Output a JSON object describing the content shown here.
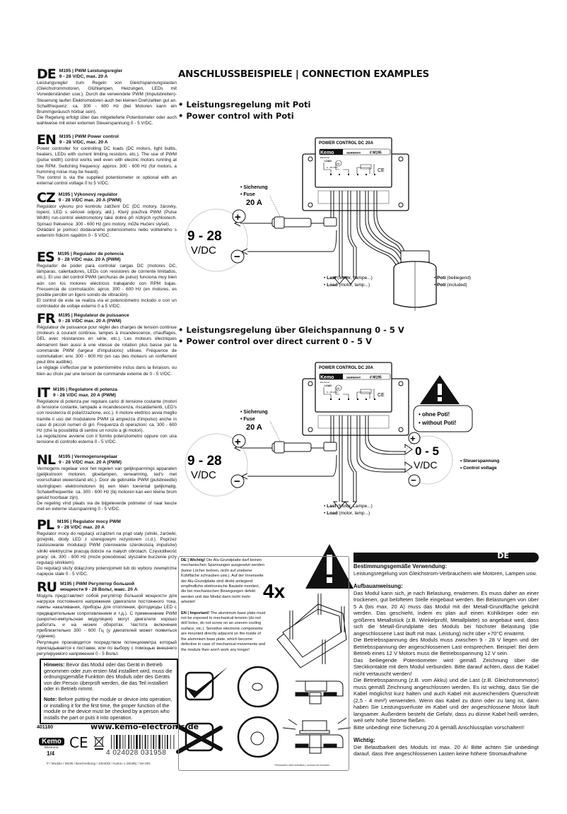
{
  "languages": [
    {
      "code": "DE",
      "title1": "M195 | PWM Leistungsregler",
      "title2": "9 - 28 V/DC, max. 20 A",
      "body": "Leistungsregler zum Regeln von Gleichspannungslasten (Gleichstrommotoren, Glühlampen, Heizungen, LEDs mit Vorwiderständen usw.). Durch die verwendete PWM (Impulsbreiten)-Steuerung laufen Elektromotoren auch bei kleinen Drehzahlen gut an. Schaltfrequenz: ca. 300 - 600 Hz (bei Motoren kann ein Brummgeräusch hörbar sein).",
      "body2": "Die Regelung erfolgt über das mitgelieferte Potentiometer oder auch wahlweise mit einer externen Steuerspannung 0 - 5 V/DC."
    },
    {
      "code": "EN",
      "title1": "M195 | PWM Power control",
      "title2": "9 - 28 V/DC, max. 20 A",
      "body": "Power controller for controlling DC loads (DC motors, light bulbs, heaters, LEDs with current limiting resistors, etc.). The use of PWM (pulse width) control works well even with electric motors running at low RPM. Switching frequency: approx. 300 - 600 Hz (for motors, a humming noise may be heard).",
      "body2": "The control is via the supplied potentiometer or optional with an external control voltage 0 to 5 V/DC."
    },
    {
      "code": "CZ",
      "title1": "M195 | Výkonový regulátor",
      "title2": "9 - 28 V/DC max. 20 A (PWM)",
      "body": "Regulátor výkonu pro kontrolu zatížení DC (DC motory, žárovky, topení, LED s sériové odpory, atd.). Který používá PWM (Pulse Width) run-control elektromotory také dobré při nízkých rychlostech. Spínací frekvence: 300 - 600 Hz (pro motory, může Hučení slyšet).",
      "body2": "Ovládání je pomocí dodávaného potenciometru nebo volitelného s externím řídicím napětím 0 - 5 V/DC."
    },
    {
      "code": "ES",
      "title1": "M195 | Regulador de potencia",
      "title2": "9 - 28 V/DC máx. 20 A (PWM)",
      "body": "Regulador de poder para controlar cargas DC (motores DC, lámparas, calentadores, LEDs con resistores de corriente limitados, etc.). El uso del control PWM (anchuras de pulso) funciona muy bien aún con los motores eléctricos trabajando con RPM bajas. Frecuencia de conmutación: aprox. 300 - 600 Hz (en motores, es posible percibir un ligero sonido de vibración).",
      "body2": "El control de este se realiza vía el potenciómetro incluido o con un controlador de voltaje externo 0 a 5 V/DC."
    },
    {
      "code": "FR",
      "title1": "M195 | Régulateur de puissance",
      "title2": "9 - 28 V/DC max. 20 A (PWM)",
      "body": "Régulateur de puissance pour régler des charges de tension continue (moteurs à courant continue, lampes à incandescence, chauffages, DEL avec résistances en série, etc.). Les moteurs électriques démarrent bien aussi à une vitesse de rotation plus basse par la commande PWM (largeur d'impulsions) utilisée. Fréquence de commutation: env. 300 - 600 Hz (en cas des moteurs un ronflement peut être audible).",
      "body2": "Le réglage s'effectue par le potentiomètre inclus dans la livraison, ou bien au choix par une tension de commande externe de 0 - 5 V/DC."
    },
    {
      "code": "IT",
      "title1": "M195 | Regolatore di potenza",
      "title2": "9 - 28 V/DC max. 20 A (PWM)",
      "body": "Regolatore di potenza per regolare carici di tensione costante (motori di tensione costante, lampade a incandescenza, riscaldamenti, LED's con resistenza di polarizzazione, ecc.). Il motore elettrico avvia meglio tramite il uso del modulatore PWM (á ampiezza d'impulso) anche in caso di piccoli numeri di giri. Frequenza di operazioni: ca. 300 - 600 Hz (ché la possibilità di sentire un ronzio a gli motori).",
      "body2": "La regolazione avviene con il fornito potenziometro oppure con una tensione di controllo esterna 0 - 5 V/DC."
    },
    {
      "code": "NL",
      "title1": "M195 | Vermogensregelaar",
      "title2": "9 - 28 V/DC max. 20 A (PWM)",
      "body": "Vermogens regelaar voor het regelen van gelijkspannings apparaten (gelijkstroom motoren, gloeilampen, verwarming, led's met voorschakel weeerstand etc.). Door de gebruikte PWM (pulsbreedte) sturinglopen elektromotoren bij een klein toerental gelijkmatig. Schakelfrequentie: ca. 300 - 600 Hz (bij motoren kan een kleine brom geluid hoorbaar zijn).",
      "body2": "De regeling vind plaats via de bijgeleverde potmeter of naar keuze met en externe stuurspanning 0 - 5 V/DC."
    },
    {
      "code": "PL",
      "title1": "M195 | Regulator mocy PWM",
      "title2": "9 - 28 V/DC max. 20 A",
      "body": "Regulator mocy do regulacji urządzeń na prąd stały (silniki, żarówki, grzejniki, diody LED z szeregowym rezystorem i.t.d.). Poprzez zastosowanie modulacji PWM (sterowanie szerokością impulsów) silniki elektryczne pracują dobrze na małych obrotach. Częstotliwość pracy: ok. 300 - 600 Hz (może powodować słyszalne buczenie przy regulacji silnikiem).",
      "body2": "Do regulacji służy dołączony potencjometr lub do wyboru zewnętrzne napięcie stałe 0 - 5 V/DC."
    },
    {
      "code": "RU",
      "title1": "M195 | PWM Регулятор большой",
      "title2": "мощности 9 - 28 Вольт, макс. 20 А",
      "body": "Модуль представляет собой регулятор большой мощности для нагрузок постоянного напряжения (двигатели постоянного тока, лампы накаливания, приборы для отопления, фотодиоды LED с предварительным сопротивлением и т.д.). С применением PWM (широтно-импульсная модуляция) могут двигатели хорошо работать и на низких оборотах. Частота включения приблизительно 300 - 600 Гц (у двигателей может появиться гудение).",
      "body2": "Регуляция производится посредством потенциометра который прикладывается к поставке, или по выбору с помощью внешнего регулируемого напряжения 0 - 5 Вольт."
    }
  ],
  "notice": {
    "de_label": "Hinweis:",
    "de_text": " Bevor das Modul oder das Gerät in Betrieb genommen oder zum ersten Mal installiert wird, muss die ordnungsgemäße Funktion des Moduls oder des Geräts von der Person überprüft werden, die das Teil installiert oder in Betrieb nimmt.",
    "en_label": "Note:",
    "en_text": " Before putting the module or device into operation, or installing it for the first time, the proper function of the module or the device must be checked by a person who installs the part or puts it into operation."
  },
  "footer": {
    "article_no": "401180",
    "website": "www.kemo-electronic.de",
    "brand": "Kemo",
    "brand_sub": "Electronic",
    "page": "1/4",
    "barcode": "4 024028 031958",
    "doc_ref": "P / Module / M195 / Beschreibung / 10040DI / Karton 1 (M195) / Ver.002"
  },
  "main_title": "ANSCHLUSSBEISPIELE | CONNECTION EXAMPLES",
  "example1": {
    "heading_de": "Leistungsregelung mit Poti",
    "heading_en": "Power control with Poti",
    "fuse_de": "Sicherung",
    "fuse_en": "Fuse",
    "fuse_value": "20 A",
    "supply_value": "9 - 28",
    "supply_unit": "V/DC",
    "load_de_b": "Last",
    "load_de": " (Motor, Lampe...)",
    "load_en_b": "Load",
    "load_en": " (motor, lamp...)",
    "poti_de_b": "Poti",
    "poti_de": " (beiliegend)",
    "poti_en_b": "Poti",
    "poti_en": " (included)"
  },
  "example2": {
    "heading_de": "Leistungsregelung über Gleichspannung 0 - 5 V",
    "heading_en": "Power control over direct current 0 - 5 V",
    "fuse_de": "Sicherung",
    "fuse_en": "Fuse",
    "fuse_value": "20 A",
    "supply_value": "9 - 28",
    "supply_unit": "V/DC",
    "warn_de": "ohne Poti!",
    "warn_en": "without Poti!",
    "ctrl_value": "0 - 5",
    "ctrl_unit": "V/DC",
    "ctrl_de": "Steuerspannung",
    "ctrl_en": "Control voltage",
    "load_de_b": "Last",
    "load_de": " (Motor, Lampe...)",
    "load_en_b": "Load",
    "load_en": " (motor, lamp...)"
  },
  "module_label": {
    "title": "POWER CONTROL DC 20A",
    "brand": "Kemo",
    "country": "GERMANY",
    "model": "# M195",
    "brand_sub": "Electronic",
    "load": "LOAD",
    "range": "9 - 28 V/DC",
    "motor": "M"
  },
  "mounting": {
    "de_label": "DE | Wichtig!",
    "de_text": " Die Alu-Grundplatte darf keinen mechanischen Spannungen ausgesetzt werden (keine Löcher bohren, nicht auf unebene Kühlfläche schrauben usw.). Auf der Innenseite der Alu-Grundplatte sind direkt anliegend empfindliche elektronische Bauteile montiert, die bei mechanischen Bewegungen defekt werden und das Modul dann nicht mehr arbeitet!",
    "en_label": "EN | Important!",
    "en_text": " The aluminium base plate must not be exposed to mechanical tension (do not drill holes, do not screw on an uneven cooling surface, etc.). Sensitive electronic components are mounted directly adjacent on the inside of the aluminium base plate, which become defective in case of mechanical movements and the module then won't work any longer!",
    "screws": "4x",
    "footnote": "*Schrauben nicht enthalten | screws not included"
  },
  "right_de": {
    "badge": "DE",
    "h1": "Bestimmungsgemäße Verwendung:",
    "p1": "Leistungsregelung von Gleichstrom-Verbrauchern wie Motoren, Lampen usw.",
    "h2": "Aufbauanweisung:",
    "p2": "Das Modul kann sich, je nach Belastung, erwärmen. Es muss daher an einer trockenen, gut belüfteten Stelle eingebaut werden. Bei Belastungen von über 5 A (bis max. 20 A) muss das Modul mit der Metall-Grundfläche gekühlt werden. Das geschieht, indem es plan auf einen Kühlkörper oder ein größeres Metallstück (z.B. Winkelprofil, Metallplatte) so angebaut wird, dass sich die Metall-Grundplatte des Moduls bei höchster Belastung (die angeschlossene Last läuft mit max. Leistung) nicht über +70°C erwärmt.",
    "p3": "Die Betriebsspannung des Moduls muss zwischen 9 - 28 V liegen und der Betriebsspannung der angeschlossenen Last entsprechen. Beispiel: Bei dem Betrieb eines 12 V Motors muss die Betriebsspannung 12 V sein.",
    "p4": "Das beiliegende Potentiometer wird gemäß Zeichnung über die Steckkontakte mit dem Modul verbunden. Bitte darauf achten, dass die Kabel nicht vertauscht werden!",
    "p5": "Die Betriebsspannung (z.B. vom Akku) und die Last (z.B. Gleichstrommotor) muss gemäß Zeichnung angeschlossen werden. Es ist wichtig, dass Sie die Kabel möglichst kurz halten und auch Kabel mit ausreichendem Querschnitt (2,5 - 4 mm²) verwenden. Wenn das Kabel zu dünn oder zu lang ist, dann haben Sie Leistungsverluste im Kabel und der angeschlossene Motor läuft langsamer. Außerdem besteht die Gefahr, dass zu dünne Kabel heiß werden, weil sehr hohe Ströme fließen.",
    "p6": "Bitte unbedingt eine Sicherung 20 A gemäß Anschlussplan vorschalten!!",
    "h3": "Wichtig:",
    "p7": "Die Belastbarkeit des Moduls ist max. 20 A! Bitte achten Sie unbedingt darauf, dass Ihre angeschlossenen Lasten keine höhere Stromaufnahme"
  }
}
